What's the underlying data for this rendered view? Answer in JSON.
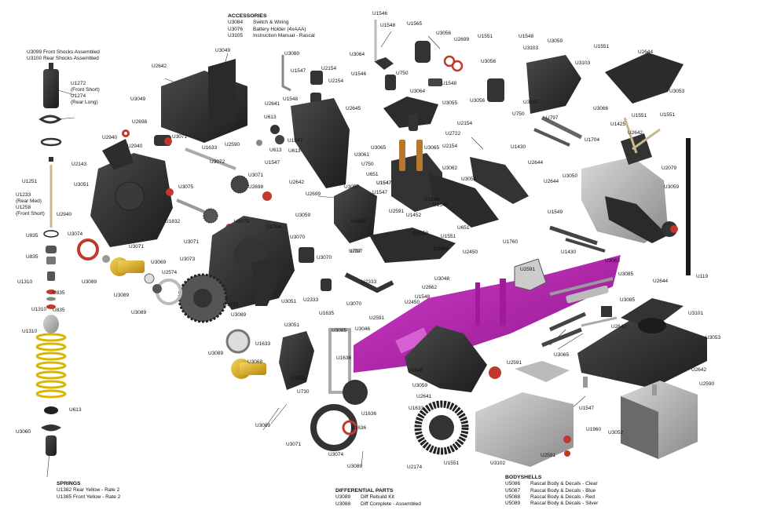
{
  "colors": {
    "chassis": "#b020a8",
    "gold": "#d4a017",
    "spring": "#e6c619",
    "dark": "#2a2a2a",
    "grey": "#9a9a9a",
    "red": "#c0392b"
  },
  "accessories": {
    "title": "ACCESSORIES",
    "items": [
      {
        "code": "U3084",
        "desc": "Switch & Wiring"
      },
      {
        "code": "U3076",
        "desc": "Battery Holder (4xAAA)"
      },
      {
        "code": "U3105",
        "desc": "Instruction Manual - Rascal"
      }
    ]
  },
  "springs": {
    "title": "SPRINGS",
    "items": [
      "U1382 Rear Yellow - Rate 2",
      "U1385 Front Yellow - Rate 2"
    ]
  },
  "differential": {
    "title": "DIFFERENTIAL PARTS",
    "items": [
      {
        "code": "U3089",
        "desc": "Diff Rebuild Kit"
      },
      {
        "code": "U3088",
        "desc": "Diff Complete - Assembled"
      }
    ]
  },
  "bodyshells": {
    "title": "BODYSHELLS",
    "items": [
      {
        "code": "U5086",
        "desc": "Rascal Body & Decals - Clear"
      },
      {
        "code": "U5087",
        "desc": "Rascal Body & Decals - Blue"
      },
      {
        "code": "U5088",
        "desc": "Rascal Body & Decals - Red"
      },
      {
        "code": "U5089",
        "desc": "Rascal Body & Decals - Silver"
      }
    ]
  },
  "notes": {
    "shocks": [
      "U3099 Front Shocks Assembled",
      "U3100 Rear Shocks Assembled"
    ],
    "u1272": [
      "U1272",
      "(Front Short)",
      "U1274",
      "(Rear Long)"
    ],
    "u1251": [
      "U1233",
      "(Rear Med)",
      "U1258",
      "(Front Short)"
    ]
  },
  "labels": [
    "U1546",
    "U1548",
    "U1565",
    "U3056",
    "U2699",
    "U1551",
    "U1548",
    "U3059",
    "U1551",
    "U2644",
    "U3049",
    "U3080",
    "U3064",
    "U1546",
    "U1547",
    "U750",
    "U3103",
    "U1548",
    "U2642",
    "U2154",
    "U2154",
    "U3056",
    "U3103",
    "U3049",
    "U1548",
    "U3064",
    "U3055",
    "U2645",
    "U3056",
    "U3067",
    "U3066",
    "U3053",
    "U2641",
    "U750",
    "U613",
    "U1551",
    "U797",
    "U1425",
    "U2722",
    "U2698",
    "U3071",
    "U613",
    "U2154",
    "U1547",
    "U3065",
    "U3065",
    "U2154",
    "U2642",
    "U2940",
    "U1633",
    "U3061",
    "U1430",
    "U1704",
    "U2940",
    "U613",
    "U2590",
    "U3072",
    "U1547",
    "U750",
    "U2644",
    "U1551",
    "U2143",
    "U3071",
    "U651",
    "U3062",
    "U1547",
    "U3050",
    "U2079",
    "U3051",
    "U3075",
    "U2698",
    "U3057",
    "U3054",
    "U2644",
    "U1547",
    "U1251",
    "U2642",
    "U2699",
    "U1548",
    "U1549",
    "U3059",
    "U2940",
    "U1832",
    "U3059",
    "U1452",
    "U1547",
    "U2699",
    "U1704",
    "U2591",
    "U1549",
    "U651",
    "U3058",
    "U3074",
    "U3075",
    "U1551",
    "U835",
    "U797",
    "U835",
    "U3071",
    "U3070",
    "U3066",
    "U2450",
    "U1760",
    "U1430",
    "U3071",
    "U3073",
    "U3069",
    "U3070",
    "U797",
    "U3063",
    "U2591",
    "U3085",
    "U1310",
    "U2574",
    "U3089",
    "U3048",
    "U2333",
    "U2644",
    "U835",
    "U2333",
    "U2662",
    "U1548",
    "U3051",
    "U1310",
    "U3089",
    "U3085",
    "U119",
    "U835",
    "U3071",
    "U3070",
    "U2450",
    "U1635",
    "U3101",
    "U3089",
    "U2591",
    "U3046",
    "U2642",
    "U1310",
    "U3051",
    "U3085",
    "U3089",
    "U3053",
    "U1633",
    "U3089",
    "U3065",
    "U1636",
    "U2591",
    "U2642",
    "U3068",
    "U3051",
    "U2590",
    "U1548",
    "U3059",
    "U2641",
    "U1633",
    "U1636",
    "U613",
    "U730",
    "U1547",
    "U3089",
    "U1636",
    "U1960",
    "U3060",
    "U3071",
    "U3074",
    "U3052",
    "U2174",
    "U1551",
    "U3102",
    "U3089",
    "U2591"
  ],
  "label_pos_note": "label placement defined in script"
}
